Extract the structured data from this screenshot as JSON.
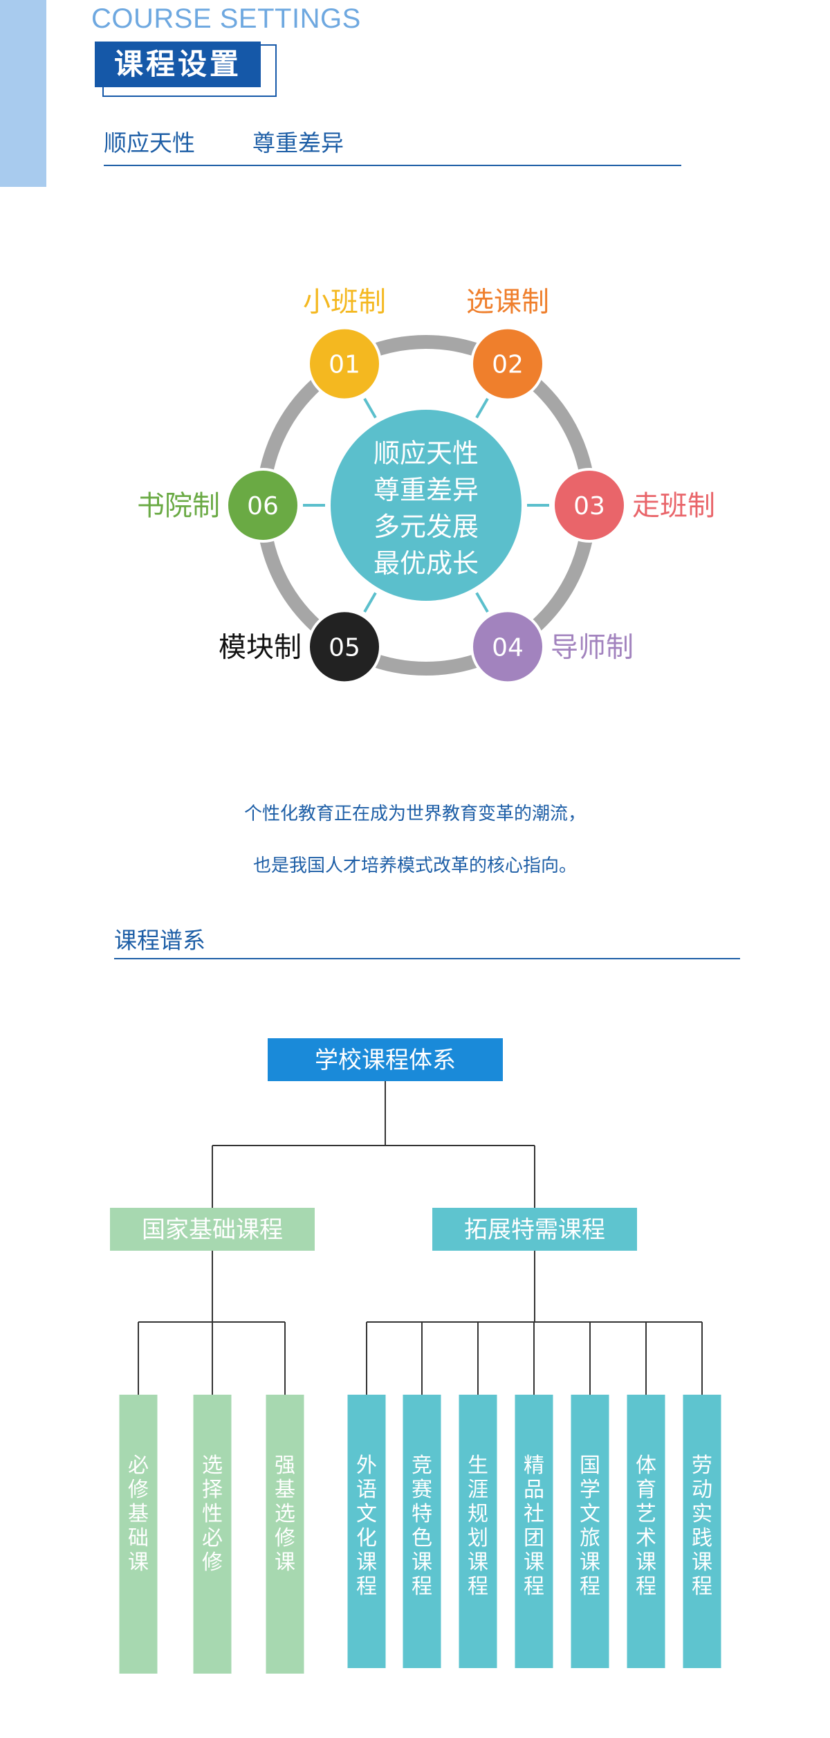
{
  "header": {
    "english_title": "COURSE SETTINGS",
    "chinese_title": "课程设置",
    "motto_left": "顺应天性",
    "motto_right": "尊重差异"
  },
  "wheel": {
    "center_lines": [
      "顺应天性",
      "尊重差异",
      "多元发展",
      "最优成长"
    ],
    "nodes": [
      {
        "num": "01",
        "label": "小班制",
        "color": "#f4b820",
        "angle": -120,
        "label_pos": "top"
      },
      {
        "num": "02",
        "label": "选课制",
        "color": "#ef7f2c",
        "angle": -60,
        "label_pos": "top"
      },
      {
        "num": "03",
        "label": "走班制",
        "color": "#e9656a",
        "angle": 0,
        "label_pos": "right"
      },
      {
        "num": "04",
        "label": "导师制",
        "color": "#a283be",
        "angle": 60,
        "label_pos": "right"
      },
      {
        "num": "05",
        "label": "模块制",
        "color": "#222222",
        "angle": 120,
        "label_pos": "left"
      },
      {
        "num": "06",
        "label": "书院制",
        "color": "#6aaa44",
        "angle": 180,
        "label_pos": "left"
      }
    ],
    "ring_color": "#a6a6a6",
    "center_color": "#5bbfcc",
    "spoke_color": "#5bbfcc"
  },
  "tagline": {
    "line1": "个性化教育正在成为世界教育变革的潮流，",
    "line2": "也是我国人才培养模式改革的核心指向。"
  },
  "tree": {
    "section_heading": "课程谱系",
    "root": {
      "label": "学校课程体系",
      "color": "#1a8ad9"
    },
    "branches": [
      {
        "label": "国家基础课程",
        "color": "#a7d8b0",
        "leaves": [
          "必修基础课",
          "选择性必修",
          "强基选修课"
        ]
      },
      {
        "label": "拓展特需课程",
        "color": "#5ec4cf",
        "leaves": [
          "外语文化课程",
          "竞赛特色课程",
          "生涯规划课程",
          "精品社团课程",
          "国学文旅课程",
          "体育艺术课程",
          "劳动实践课程"
        ]
      }
    ]
  }
}
